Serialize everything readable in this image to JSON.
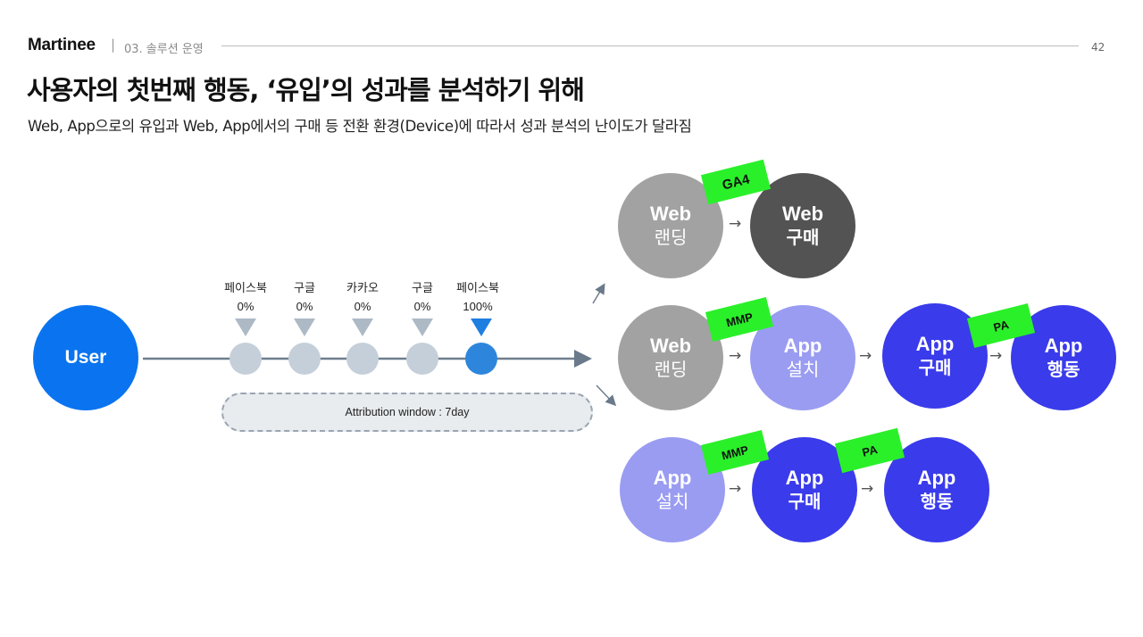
{
  "header": {
    "brand": "Martinee",
    "separator": "|",
    "section": "03. 솔루션 운영",
    "page_number": "42"
  },
  "title": "사용자의 첫번째 행동, ‘유입’의 성과를 분석하기 위해",
  "subtitle": "Web, App으로의 유입과 Web, App에서의 구매 등 전환 환경(Device)에 따라서 성과 분석의 난이도가 달라짐",
  "user_label": "User",
  "touchpoints": [
    {
      "channel": "페이스북",
      "pct": "0%",
      "active": false
    },
    {
      "channel": "구글",
      "pct": "0%",
      "active": false
    },
    {
      "channel": "카카오",
      "pct": "0%",
      "active": false
    },
    {
      "channel": "구글",
      "pct": "0%",
      "active": false
    },
    {
      "channel": "페이스북",
      "pct": "100%",
      "active": true
    }
  ],
  "attribution_window": "Attribution window : 7day",
  "flows": {
    "row1": {
      "nodes": [
        {
          "line1": "Web",
          "line2": "랜딩"
        },
        {
          "line1": "Web",
          "line2": "구매"
        }
      ],
      "tags": [
        "GA4"
      ]
    },
    "row2": {
      "nodes": [
        {
          "line1": "Web",
          "line2": "랜딩"
        },
        {
          "line1": "App",
          "line2": "설치"
        },
        {
          "line1": "App",
          "line2": "구매"
        },
        {
          "line1": "App",
          "line2": "행동"
        }
      ],
      "tags": [
        "MMP",
        "PA"
      ]
    },
    "row3": {
      "nodes": [
        {
          "line1": "App",
          "line2": "설치"
        },
        {
          "line1": "App",
          "line2": "구매"
        },
        {
          "line1": "App",
          "line2": "행동"
        }
      ],
      "tags": [
        "MMP",
        "PA"
      ]
    }
  },
  "arrow_glyph": "→",
  "colors": {
    "user": "#0a74f0",
    "web_landing": "#a2a2a2",
    "web_purchase": "#535353",
    "app_install": "#9a9cf2",
    "app_event": "#3a3bea",
    "tag": "#2af02a",
    "active_touch": "#2d86dc",
    "inactive_touch": "#c5cfd9"
  }
}
